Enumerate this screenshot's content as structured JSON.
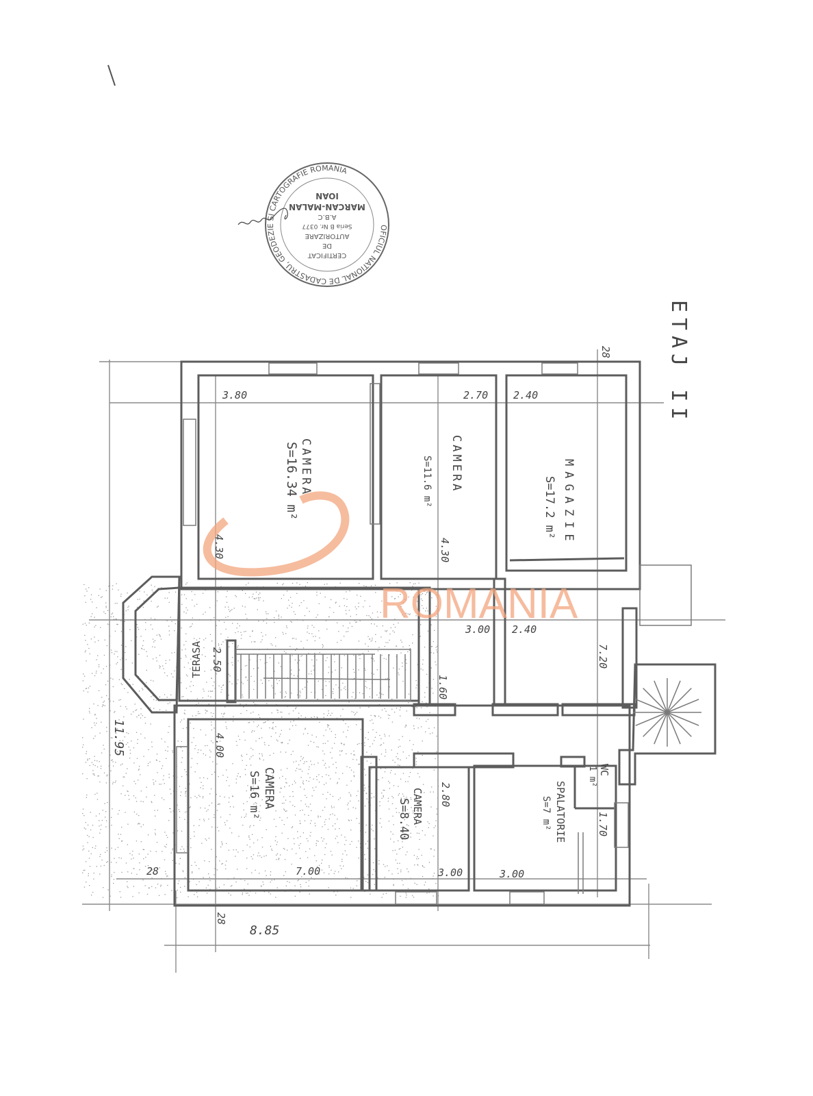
{
  "title": "ETAJ II",
  "watermark": "ROMANIA",
  "stamp": {
    "ring_text": "OFICIUL NATIONAL DE CADASTRU, GEODEZIE SI CARTOGRAFIE ROMANIA",
    "lines": [
      "CERTIFICAT",
      "DE",
      "AUTORIZARE",
      "Seria B Nr. 0377",
      "A.B.C",
      "MARCAN-MALAN",
      "IOAN"
    ]
  },
  "rooms": [
    {
      "name": "CAMERA",
      "area": "S=16.34 m²"
    },
    {
      "name": "CAMERA",
      "area": "S=11.6 m²"
    },
    {
      "name": "MAGAZIE",
      "area": "S=17.2 m²"
    },
    {
      "name": "TERASA",
      "area": ""
    },
    {
      "name": "CAMERA",
      "area": "S=16 m²"
    },
    {
      "name": "CAMERA",
      "area": "S=8.40"
    },
    {
      "name": "WC",
      "area": "1 m²"
    },
    {
      "name": "SPALATORIE",
      "area": "S=7 m²"
    }
  ],
  "dimensions": {
    "d380": "3.80",
    "d270": "2.70",
    "d240a": "2.40",
    "d28top": "28",
    "d430a": "4.30",
    "d430b": "4.30",
    "d300a": "3.00",
    "d240b": "2.40",
    "d720": "7.20",
    "d250": "2.50",
    "d160": "1.60",
    "d400": "4.00",
    "d280": "2.80",
    "d170": "1.70",
    "d28a": "28",
    "d700": "7.00",
    "d300b": "3.00",
    "d300c": "3.00",
    "d28b": "28",
    "d885": "8.85",
    "d1195": "11.95"
  },
  "colors": {
    "walls": "#5c5c5c",
    "watermark": "#f3a57e",
    "paper": "#ffffff"
  }
}
